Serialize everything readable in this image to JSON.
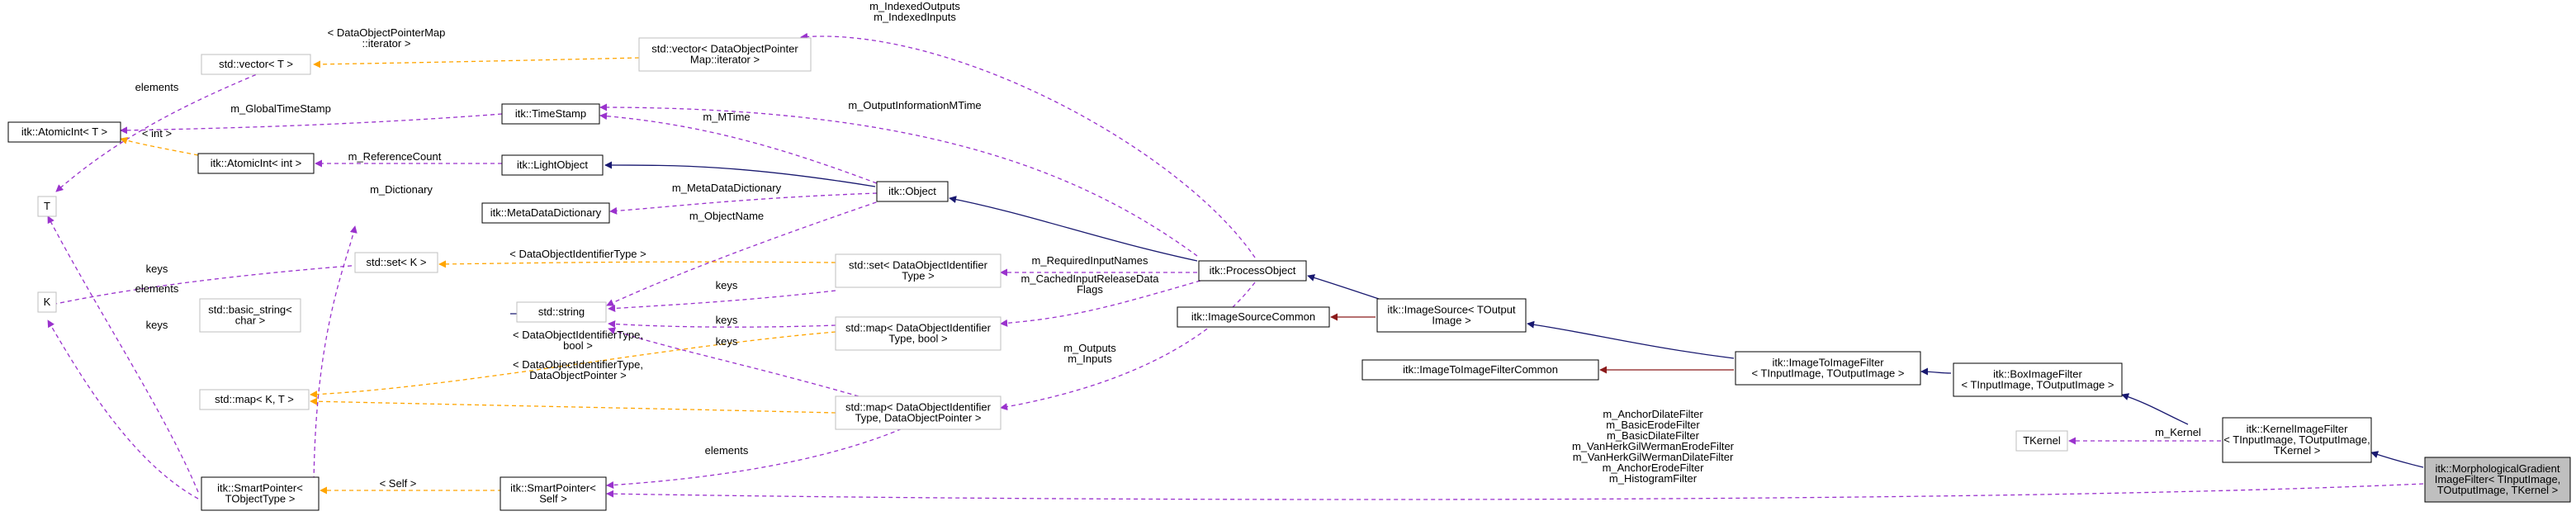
{
  "colors": {
    "inheritance": "#191970",
    "private_inheritance": "#8b1a1a",
    "usage": "#9a32cd",
    "template": "#ffa500",
    "grey_border": "#bfbfbf",
    "focus_fill": "#bfbfbf"
  },
  "nodes": [
    {
      "id": "atomicint_t",
      "lines": [
        "itk::AtomicInt< T >"
      ],
      "style": "solid"
    },
    {
      "id": "t",
      "lines": [
        "T"
      ],
      "style": "grey"
    },
    {
      "id": "k",
      "lines": [
        "K"
      ],
      "style": "grey"
    },
    {
      "id": "vector_t",
      "lines": [
        "std::vector< T >"
      ],
      "style": "grey"
    },
    {
      "id": "vector_dop",
      "lines": [
        "std::vector< DataObjectPointer",
        "Map::iterator >"
      ],
      "style": "grey"
    },
    {
      "id": "timestamp",
      "lines": [
        "itk::TimeStamp"
      ],
      "style": "solid"
    },
    {
      "id": "atomicint_int",
      "lines": [
        "itk::AtomicInt< int >"
      ],
      "style": "solid"
    },
    {
      "id": "lightobject",
      "lines": [
        "itk::LightObject"
      ],
      "style": "solid"
    },
    {
      "id": "metadatadict",
      "lines": [
        "itk::MetaDataDictionary"
      ],
      "style": "solid"
    },
    {
      "id": "object",
      "lines": [
        "itk::Object"
      ],
      "style": "solid"
    },
    {
      "id": "set_k",
      "lines": [
        "std::set< K >"
      ],
      "style": "grey"
    },
    {
      "id": "set_doit",
      "lines": [
        "std::set< DataObjectIdentifier",
        "Type >"
      ],
      "style": "grey"
    },
    {
      "id": "basic_string",
      "lines": [
        "std::basic_string<",
        "char >"
      ],
      "style": "grey"
    },
    {
      "id": "string",
      "lines": [
        "std::string"
      ],
      "style": "grey"
    },
    {
      "id": "map_kt",
      "lines": [
        "std::map< K, T >"
      ],
      "style": "grey"
    },
    {
      "id": "map_doit_bool",
      "lines": [
        "std::map< DataObjectIdentifier",
        "Type, bool >"
      ],
      "style": "grey"
    },
    {
      "id": "map_doit_dop",
      "lines": [
        "std::map< DataObjectIdentifier",
        "Type, DataObjectPointer >"
      ],
      "style": "grey"
    },
    {
      "id": "processobject",
      "lines": [
        "itk::ProcessObject"
      ],
      "style": "solid"
    },
    {
      "id": "imagesourcecommon",
      "lines": [
        "itk::ImageSourceCommon"
      ],
      "style": "solid"
    },
    {
      "id": "imagesource",
      "lines": [
        "itk::ImageSource< TOutput",
        "Image >"
      ],
      "style": "solid"
    },
    {
      "id": "imagetoimagecommon",
      "lines": [
        "itk::ImageToImageFilterCommon"
      ],
      "style": "solid"
    },
    {
      "id": "imagetoimage",
      "lines": [
        "itk::ImageToImageFilter",
        "< TInputImage, TOutputImage >"
      ],
      "style": "solid"
    },
    {
      "id": "boximage",
      "lines": [
        "itk::BoxImageFilter",
        "< TInputImage, TOutputImage >"
      ],
      "style": "solid"
    },
    {
      "id": "tkernel",
      "lines": [
        "TKernel"
      ],
      "style": "grey"
    },
    {
      "id": "kernelimage",
      "lines": [
        "itk::KernelImageFilter",
        "< TInputImage, TOutputImage,",
        "TKernel >"
      ],
      "style": "solid"
    },
    {
      "id": "morph",
      "lines": [
        "itk::MorphologicalGradient",
        "ImageFilter< TInputImage,",
        "TOutputImage, TKernel >"
      ],
      "style": "focus"
    },
    {
      "id": "smartptr_tot",
      "lines": [
        "itk::SmartPointer<",
        "TObjectType >"
      ],
      "style": "solid"
    },
    {
      "id": "smartptr_self",
      "lines": [
        "itk::SmartPointer<",
        "Self >"
      ],
      "style": "solid"
    }
  ],
  "edge_labels": [
    {
      "id": "lbl_indexed",
      "lines": [
        "m_IndexedOutputs",
        "m_IndexedInputs"
      ]
    },
    {
      "id": "lbl_dopmap_it",
      "lines": [
        "< DataObjectPointerMap",
        "::iterator >"
      ]
    },
    {
      "id": "lbl_elements_top",
      "lines": [
        "elements"
      ]
    },
    {
      "id": "lbl_globaltimestamp",
      "lines": [
        "m_GlobalTimeStamp"
      ]
    },
    {
      "id": "lbl_int",
      "lines": [
        "< int >"
      ]
    },
    {
      "id": "lbl_mtime",
      "lines": [
        "m_MTime"
      ]
    },
    {
      "id": "lbl_outinfo",
      "lines": [
        "m_OutputInformationMTime"
      ]
    },
    {
      "id": "lbl_refcount",
      "lines": [
        "m_ReferenceCount"
      ]
    },
    {
      "id": "lbl_dictionary",
      "lines": [
        "m_Dictionary"
      ]
    },
    {
      "id": "lbl_metadatadict",
      "lines": [
        "m_MetaDataDictionary"
      ]
    },
    {
      "id": "lbl_objectname",
      "lines": [
        "m_ObjectName"
      ]
    },
    {
      "id": "lbl_doit_type",
      "lines": [
        "< DataObjectIdentifierType >"
      ]
    },
    {
      "id": "lbl_keys_setk",
      "lines": [
        "keys"
      ]
    },
    {
      "id": "lbl_elements_t",
      "lines": [
        "elements"
      ]
    },
    {
      "id": "lbl_keys_string1",
      "lines": [
        "keys"
      ]
    },
    {
      "id": "lbl_required",
      "lines": [
        "m_RequiredInputNames"
      ]
    },
    {
      "id": "lbl_cached",
      "lines": [
        "m_CachedInputReleaseData",
        "Flags"
      ]
    },
    {
      "id": "lbl_keys_k",
      "lines": [
        "keys"
      ]
    },
    {
      "id": "lbl_doit_bool",
      "lines": [
        "< DataObjectIdentifierType,",
        "bool >"
      ]
    },
    {
      "id": "lbl_keys_string2",
      "lines": [
        "keys"
      ]
    },
    {
      "id": "lbl_keys_string3",
      "lines": [
        "keys"
      ]
    },
    {
      "id": "lbl_doit_dop",
      "lines": [
        "< DataObjectIdentifierType,",
        "DataObjectPointer >"
      ]
    },
    {
      "id": "lbl_outputs",
      "lines": [
        "m_Outputs",
        "m_Inputs"
      ]
    },
    {
      "id": "lbl_elements_bottom",
      "lines": [
        "elements"
      ]
    },
    {
      "id": "lbl_self",
      "lines": [
        "< Self >"
      ]
    },
    {
      "id": "lbl_kernel",
      "lines": [
        "m_Kernel"
      ]
    },
    {
      "id": "lbl_filters",
      "lines": [
        "m_AnchorDilateFilter",
        "m_BasicErodeFilter",
        "m_BasicDilateFilter",
        "m_VanHerkGilWermanErodeFilter",
        "m_VanHerkGilWermanDilateFilter",
        "m_AnchorErodeFilter",
        "m_HistogramFilter"
      ]
    }
  ]
}
